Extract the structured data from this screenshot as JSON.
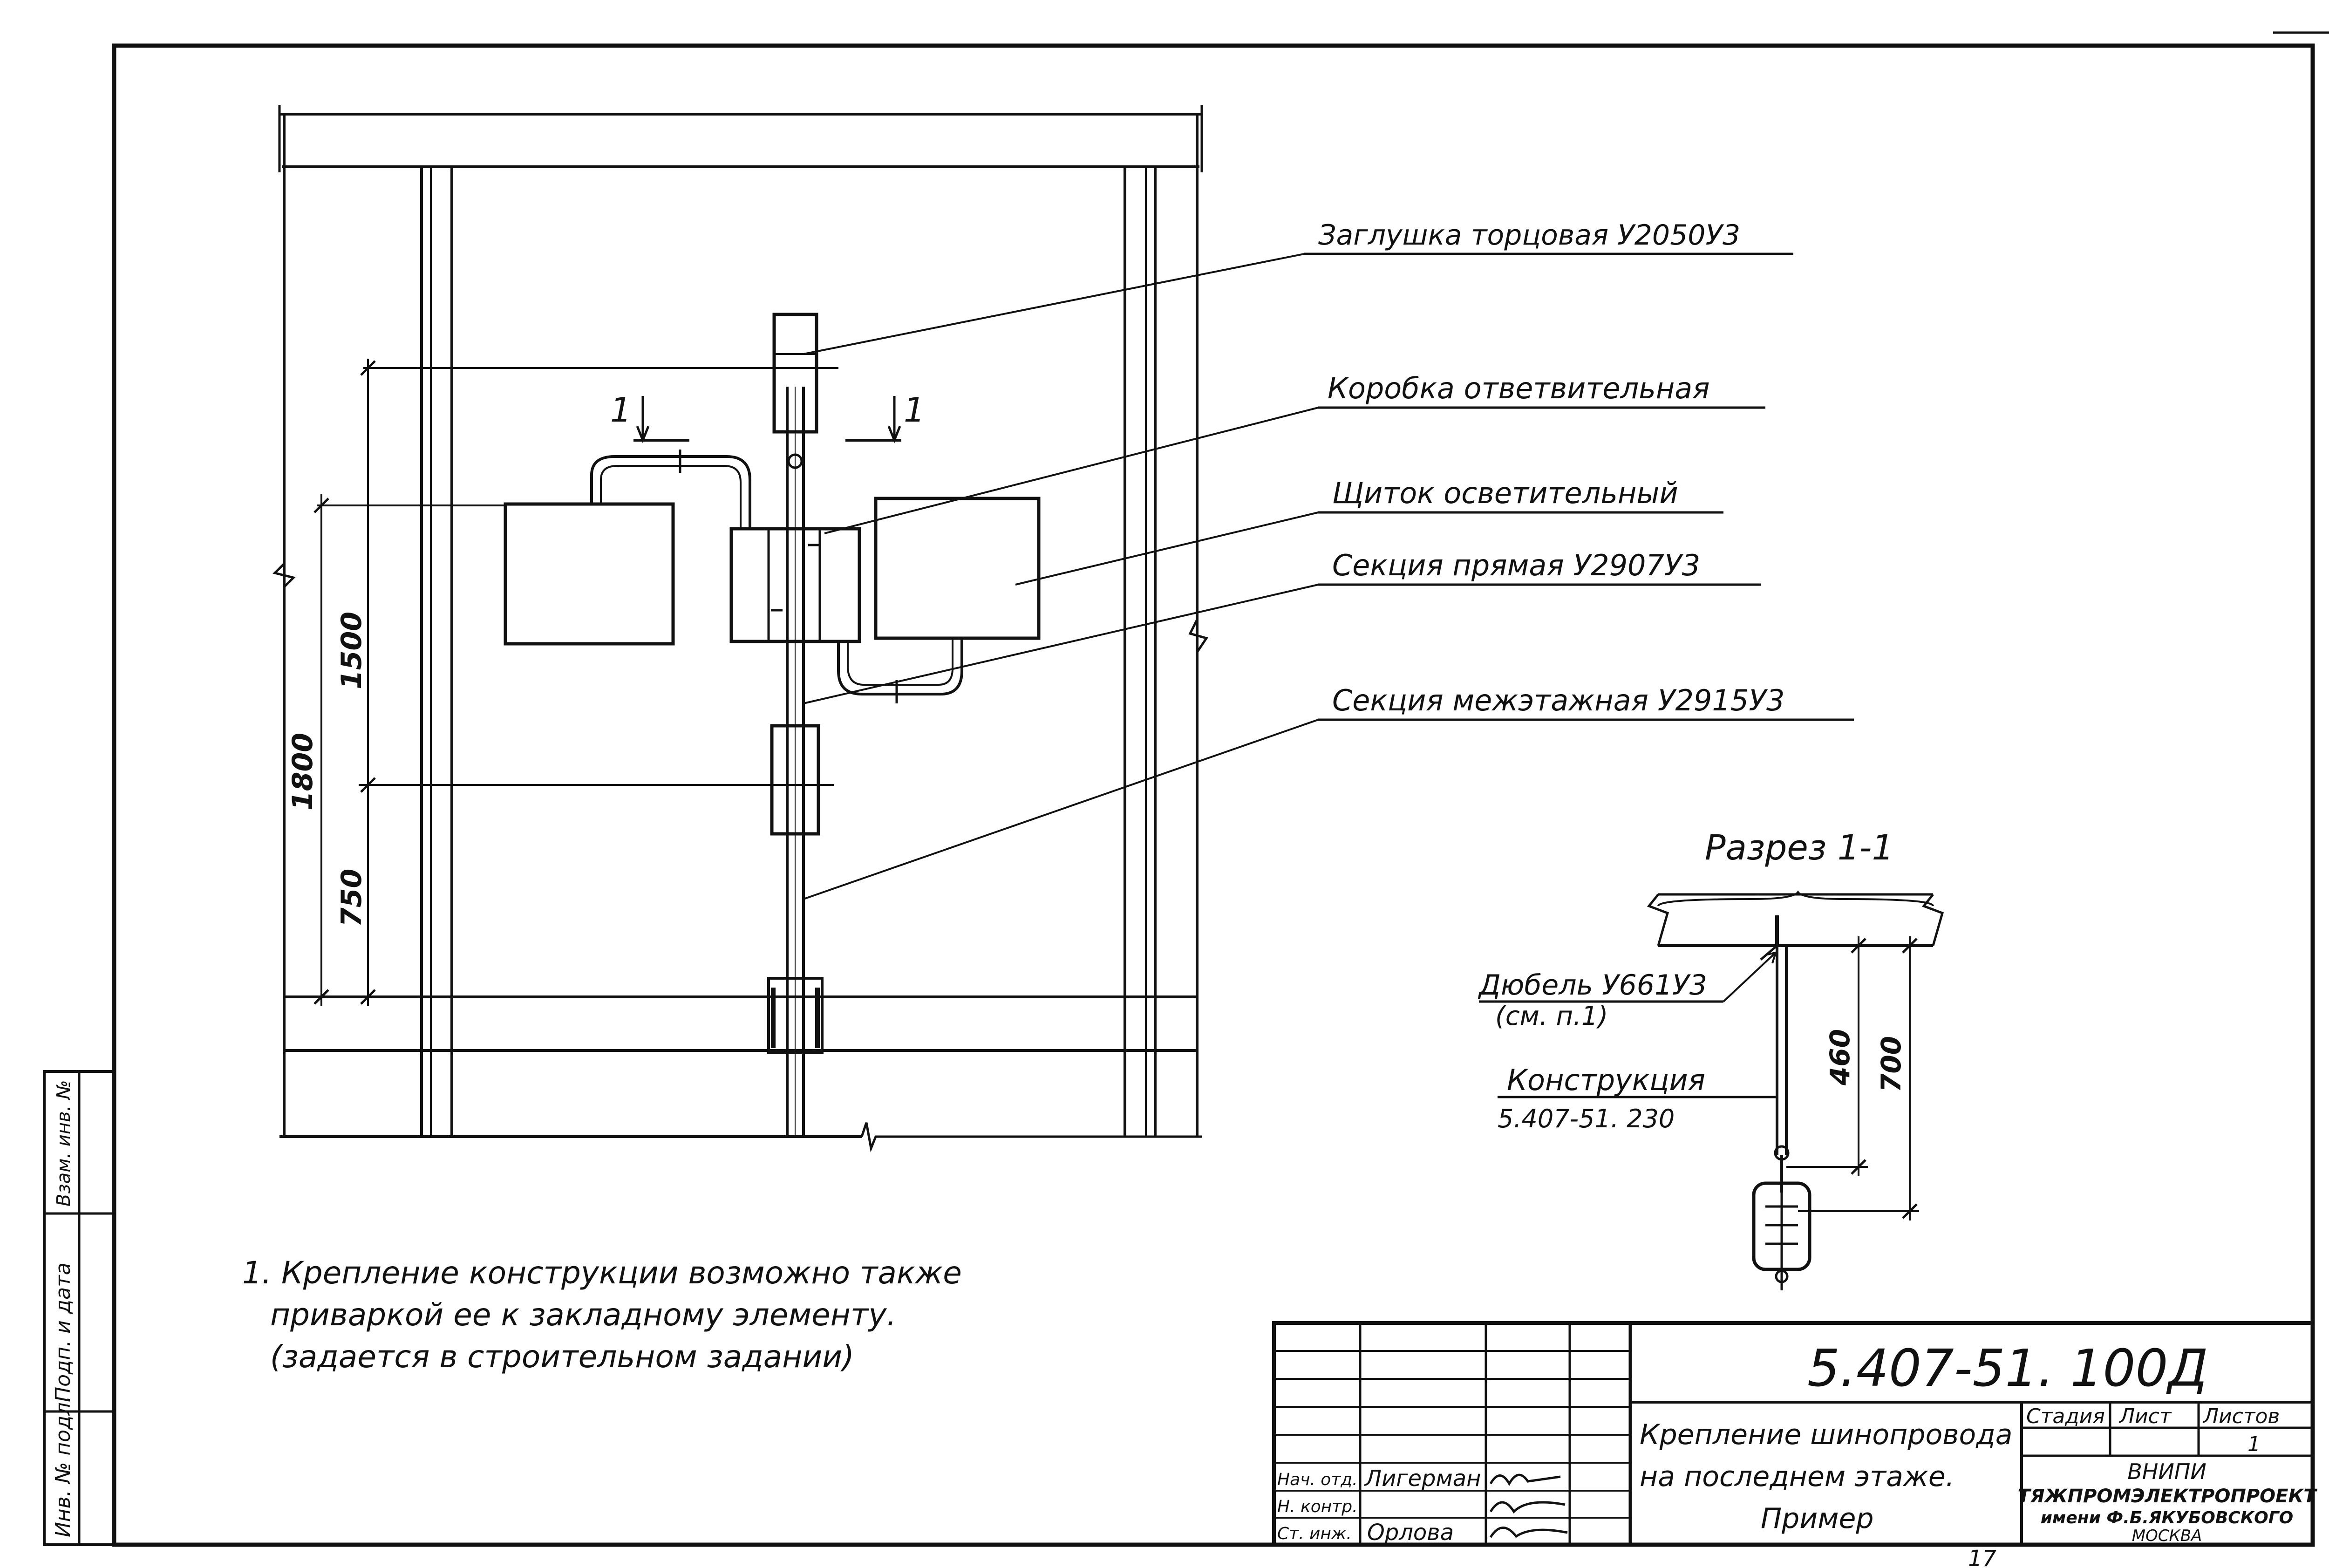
{
  "colors": {
    "ink": "#111111",
    "paper": "#ffffff"
  },
  "callouts": {
    "end_cap": "Заглушка торцовая У2050У3",
    "junction_box": "Коробка ответвительная",
    "lighting_panel": "Щиток осветительный",
    "straight_section": "Секция прямая У2907У3",
    "interfloor_section": "Секция межэтажная У2915У3"
  },
  "section": {
    "title": "Разрез 1-1",
    "cut_mark": "1",
    "dowel": "Дюбель У661У3",
    "dowel_note": "(см. п.1)",
    "construction": "Конструкция",
    "construction_ref": "5.407-51. 230"
  },
  "dimensions": {
    "d1800": "1800",
    "d1500": "1500",
    "d750": "750",
    "d460": "460",
    "d700": "700"
  },
  "notes": [
    "1. Крепление конструкции возможно также",
    "приваркой ее к закладному элементу.",
    "(задается в строительном задании)"
  ],
  "side_stamp": {
    "inv_no": "Инв. № подл.",
    "sign_date": "Подп. и дата",
    "replace_inv": "Взам. инв. №"
  },
  "title_block": {
    "doc_code": "5.407-51. 100Д",
    "title_lines": [
      "Крепление шинопровода",
      "на последнем этаже.",
      "Пример"
    ],
    "stage_label": "Стадия",
    "sheet_label": "Лист",
    "sheets_label": "Листов",
    "sheets_value": "1",
    "org_lines": [
      "ВНИПИ",
      "ТЯЖПРОМЭЛЕКТРОПРОЕКТ",
      "имени Ф.Б.ЯКУБОВСКОГО",
      "МОСКВА"
    ],
    "roles": [
      {
        "role": "Нач. отд.",
        "name": "Лигерман"
      },
      {
        "role": "Н. контр.",
        "name": ""
      },
      {
        "role": "Ст. инж.",
        "name": "Орлова"
      }
    ]
  },
  "page_number": "17"
}
